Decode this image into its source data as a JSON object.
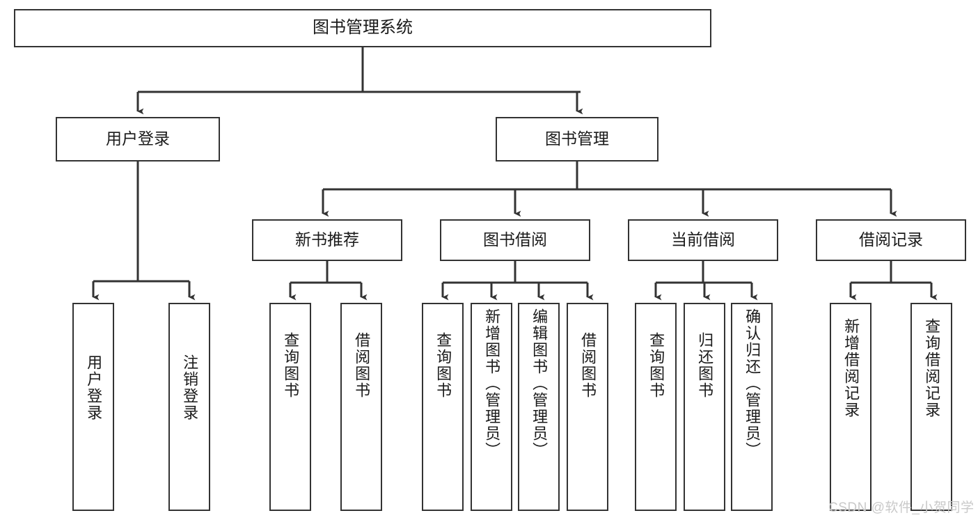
{
  "diagram": {
    "title_node": {
      "label": "图书管理系统"
    },
    "level2": [
      {
        "label": "用户登录"
      },
      {
        "label": "图书管理"
      }
    ],
    "level3": [
      {
        "label": "新书推荐"
      },
      {
        "label": "图书借阅"
      },
      {
        "label": "当前借阅"
      },
      {
        "label": "借阅记录"
      }
    ],
    "leaves": [
      {
        "label": "用户登录"
      },
      {
        "label": "注销登录"
      },
      {
        "label": "查询图书"
      },
      {
        "label": "借阅图书"
      },
      {
        "label": "查询图书"
      },
      {
        "label": "新增图书（管理员）"
      },
      {
        "label": "编辑图书（管理员）"
      },
      {
        "label": "借阅图书"
      },
      {
        "label": "查询图书"
      },
      {
        "label": "归还图书"
      },
      {
        "label": "确认归还（管理员）"
      },
      {
        "label": "新增借阅记录"
      },
      {
        "label": "查询借阅记录"
      }
    ]
  },
  "watermark": {
    "text": "CSDN @软件_小贺同学"
  },
  "colors": {
    "stroke": "#333333",
    "box_fill": "#ffffff",
    "text": "#1a1a1a",
    "watermark": "#c9c9c9"
  }
}
